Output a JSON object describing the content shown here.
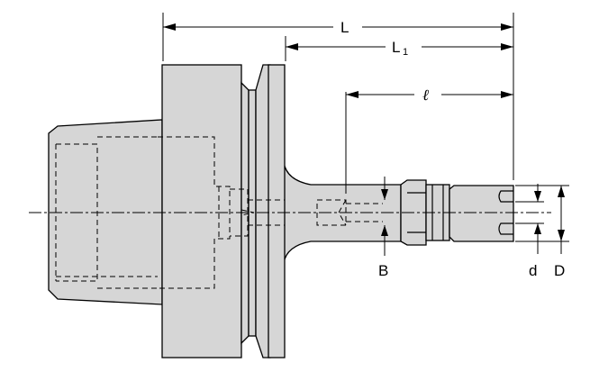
{
  "drawing": {
    "dimensions": {
      "L": "L",
      "L1_main": "L",
      "L1_sub": "1",
      "ell": "ℓ",
      "B": "B",
      "d": "d",
      "D": "D"
    }
  }
}
